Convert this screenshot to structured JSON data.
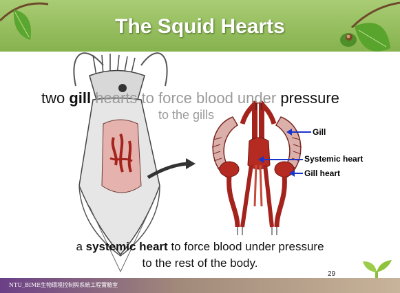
{
  "slide": {
    "title": "The Squid Hearts",
    "line1_pre": "two ",
    "line1_bold": "gill",
    "line1_ghost": " hearts to force blood under",
    "line1_post": " pressure",
    "line2": "to the gills",
    "line3_pre": "a ",
    "line3_bold": "systemic heart",
    "line3_post": " to force blood under pressure",
    "line4": "to the rest of the body.",
    "page_number": "29",
    "footer": "NTU_BIME生物環境控制與系統工程實驗室"
  },
  "diagram": {
    "labels": {
      "gill": "Gill",
      "systemic_heart": "Systemic heart",
      "gill_heart": "Gill heart"
    },
    "colors": {
      "blood": "#a4231d",
      "label_arrow": "#1a33c8",
      "title_band": "#98c060"
    }
  }
}
